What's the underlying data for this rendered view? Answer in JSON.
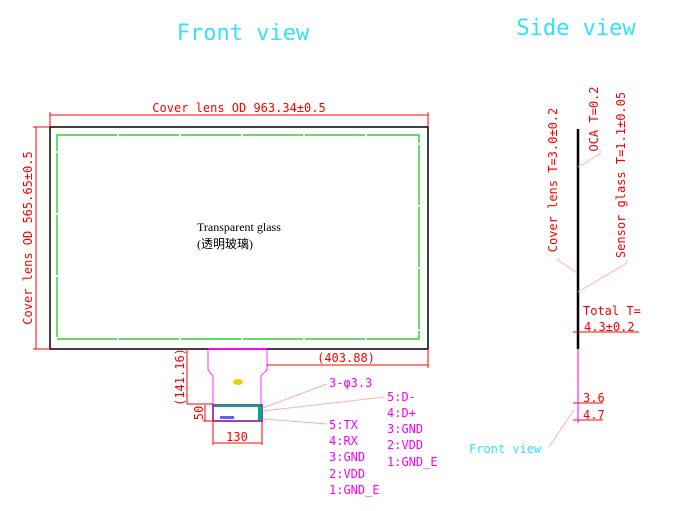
{
  "titles": {
    "front": "Front view",
    "side": "Side view"
  },
  "front": {
    "width_dim": "Cover lens OD 963.34±0.5",
    "height_dim": "Cover lens OD 565.65±0.5",
    "glass_label": "Transparent glass",
    "glass_label_cn": "(透明玻璃)",
    "offset_x": "(403.88)",
    "offset_y": "(141.16)",
    "board_h": "50",
    "board_w": "130",
    "holes": "3-φ3.3",
    "pins_usb": [
      "5:D-",
      "4:D+",
      "3:GND",
      "2:VDD",
      "1:GND_E"
    ],
    "pins_uart": [
      "5:TX",
      "4:RX",
      "3:GND",
      "2:VDD",
      "1:GND_E"
    ]
  },
  "side": {
    "cover": "Cover lens T=3.0±0.2",
    "oca": "OCA T=0.2",
    "sensor": "Sensor glass T=1.1±0.05",
    "total_label": "Total T=",
    "total_value": "4.3±0.2",
    "dim1": "3.6",
    "dim2": "4.7",
    "front_view_ref": "Front view"
  },
  "colors": {
    "dim": "#ff0000",
    "fpc": "#ff00ff",
    "active": "#00cc00",
    "title": "#33e0ff"
  }
}
